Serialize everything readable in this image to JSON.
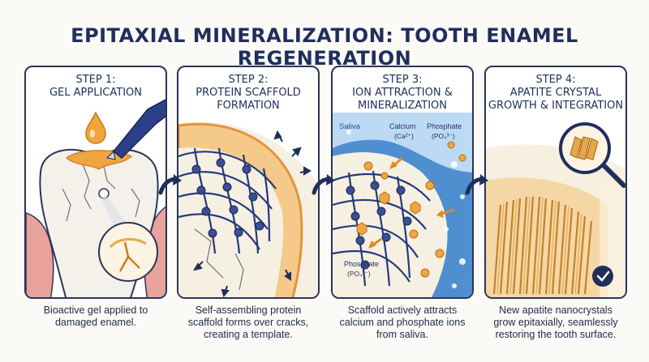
{
  "title": "EPITAXIAL MINERALIZATION: TOOTH ENAMEL REGENERATION",
  "steps": [
    {
      "heading_line1": "STEP 1:",
      "heading_line2": "GEL APPLICATION",
      "caption_line1": "Bioactive gel applied to",
      "caption_line2": "damaged enamel.",
      "caption_line3": ""
    },
    {
      "heading_line1": "STEP 2:",
      "heading_line2": "PROTEIN SCAFFOLD",
      "heading_line3": "FORMATION",
      "caption_line1": "Self-assembling protein",
      "caption_line2": "scaffold forms over cracks,",
      "caption_line3": "creating a template."
    },
    {
      "heading_line1": "STEP 3:",
      "heading_line2": "ION ATTRACTION &",
      "heading_line3": "MINERALIZATION",
      "labels": {
        "saliva": "Saliva",
        "calcium": "Calcium",
        "calcium_formula": "(Ca²⁺)",
        "phosphate": "Phosphate",
        "phosphate_formula": "(PO₄³⁻)",
        "phosphate_bottom": "Phosphate",
        "phosphate_bottom_formula": "(PO₄³⁻)"
      },
      "caption_line1": "Scaffold actively attracts",
      "caption_line2": "calcium and phosphate ions",
      "caption_line3": "from saliva."
    },
    {
      "heading_line1": "STEP 4:",
      "heading_line2": "APATITE CRYSTAL",
      "heading_line3": "GROWTH & INTEGRATION",
      "caption_line1": "New apatite nanocrystals",
      "caption_line2": "grow epitaxially, seamlessly",
      "caption_line3": "restoring the tooth surface."
    }
  ],
  "icons": [
    "gel-droplet-icon",
    "applicator-icon",
    "magnifier-icon",
    "checkmark-icon",
    "arrow-right-icon"
  ],
  "colors": {
    "navy": "#1f2f5c",
    "gel_orange": "#f0a640",
    "saliva_blue": "#4f8fd0",
    "gum_pink": "#e9a39c",
    "crystal_gold": "#e8a84a"
  }
}
